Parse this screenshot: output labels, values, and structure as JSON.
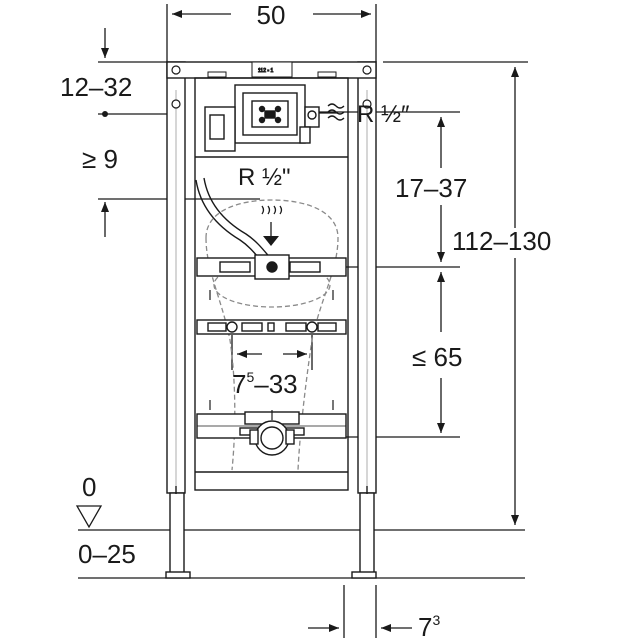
{
  "diagram": {
    "dimensions": {
      "frame_width": "50",
      "top_offset": "12–32",
      "min_height": "≥ 9",
      "connection_left": "R ½\"",
      "connection_right": "R ½″",
      "upper_range": "17–37",
      "total_height": "112–130",
      "lower_limit": "≤ 65",
      "fixing_spacing_base": "7",
      "fixing_spacing_sup": "5",
      "fixing_spacing_rest": "–33",
      "floor_zero": "0",
      "floor_range": "0–25",
      "foot_offset_base": "7",
      "foot_offset_sup": "3"
    },
    "cistern_label": "112 ▪ 1"
  },
  "colors": {
    "line": "#1a1a1a",
    "light": "#c8c8c8",
    "mid": "#8a8a8a"
  }
}
